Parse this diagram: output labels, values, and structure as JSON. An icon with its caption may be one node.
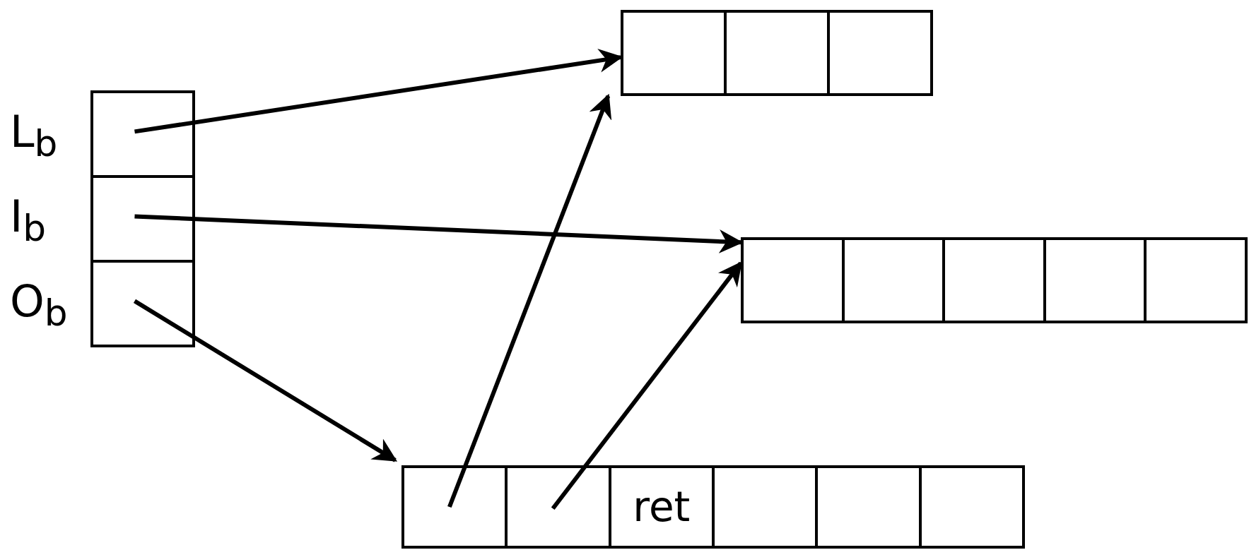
{
  "diagram": {
    "nodes": [
      {
        "text": [],
        "shape": "box"
      },
      {
        "text": [],
        "shape": "box",
        "in": 0,
        "beside": [
          "L$_{b}$"
        ]
      },
      {
        "text": [],
        "shape": "box",
        "in": 0,
        "beside": [
          "I$_{b}$"
        ]
      },
      {
        "text": [],
        "shape": "box",
        "in": 0,
        "beside": [
          "O$_{b}$"
        ]
      },
      {
        "text": [],
        "shape": "box"
      },
      {
        "text": [],
        "shape": "box",
        "in": 4
      },
      {
        "text": [],
        "shape": "box",
        "in": 4
      },
      {
        "text": [],
        "shape": "box",
        "in": 4
      },
      {
        "text": [],
        "shape": "box"
      },
      {
        "text": [],
        "shape": "box",
        "in": 8
      },
      {
        "text": [],
        "shape": "box",
        "in": 8
      },
      {
        "text": [],
        "shape": "box",
        "in": 8
      },
      {
        "text": [],
        "shape": "box",
        "in": 8
      },
      {
        "text": [],
        "shape": "box",
        "in": 8
      },
      {
        "text": [],
        "shape": "box"
      },
      {
        "text": [],
        "shape": "box",
        "in": 14
      },
      {
        "text": [],
        "shape": "box",
        "in": 14
      },
      {
        "text": [
          "ret"
        ],
        "in": 14
      },
      {
        "text": [],
        "shape": "box",
        "in": 14
      },
      {
        "text": [],
        "shape": "box",
        "in": 14
      },
      {
        "text": [],
        "shape": "box",
        "in": 14
      }
    ],
    "edges": [
      {
        "from": 1,
        "to": 4,
        "arrow": "to"
      },
      {
        "from": 2,
        "to": 8,
        "arrow": "to"
      },
      {
        "from": 3,
        "to": 14,
        "arrow": "to"
      },
      {
        "from": 15,
        "to": 4,
        "arrow": "to"
      },
      {
        "from": 16,
        "to": 8,
        "arrow": "to"
      }
    ]
  }
}
